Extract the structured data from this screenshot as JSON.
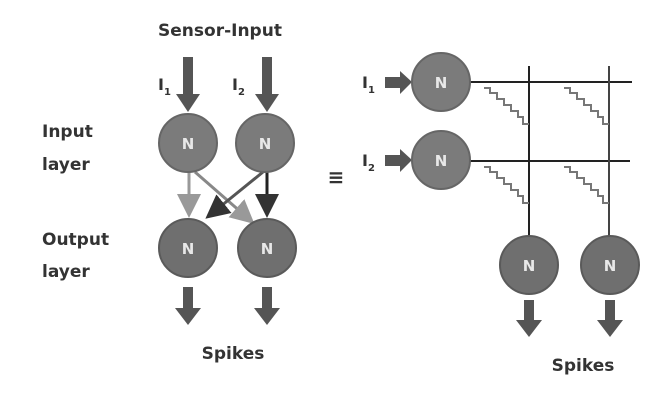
{
  "left": {
    "title": "Sensor-Input",
    "inputs": [
      "I",
      "I"
    ],
    "input_subscripts": [
      "1",
      "2"
    ],
    "input_layer_label": [
      "Input",
      "layer"
    ],
    "output_layer_label": [
      "Output",
      "layer"
    ],
    "neuron_label": "N",
    "output_label": "Spikes"
  },
  "equivalence": "≡",
  "right": {
    "inputs": [
      "I",
      "I"
    ],
    "input_subscripts": [
      "1",
      "2"
    ],
    "neuron_label": "N",
    "output_label": "Spikes"
  },
  "colors": {
    "neuron": "#7b7b7b",
    "arrow": "#555555",
    "line": "#222222",
    "text": "#333333"
  }
}
